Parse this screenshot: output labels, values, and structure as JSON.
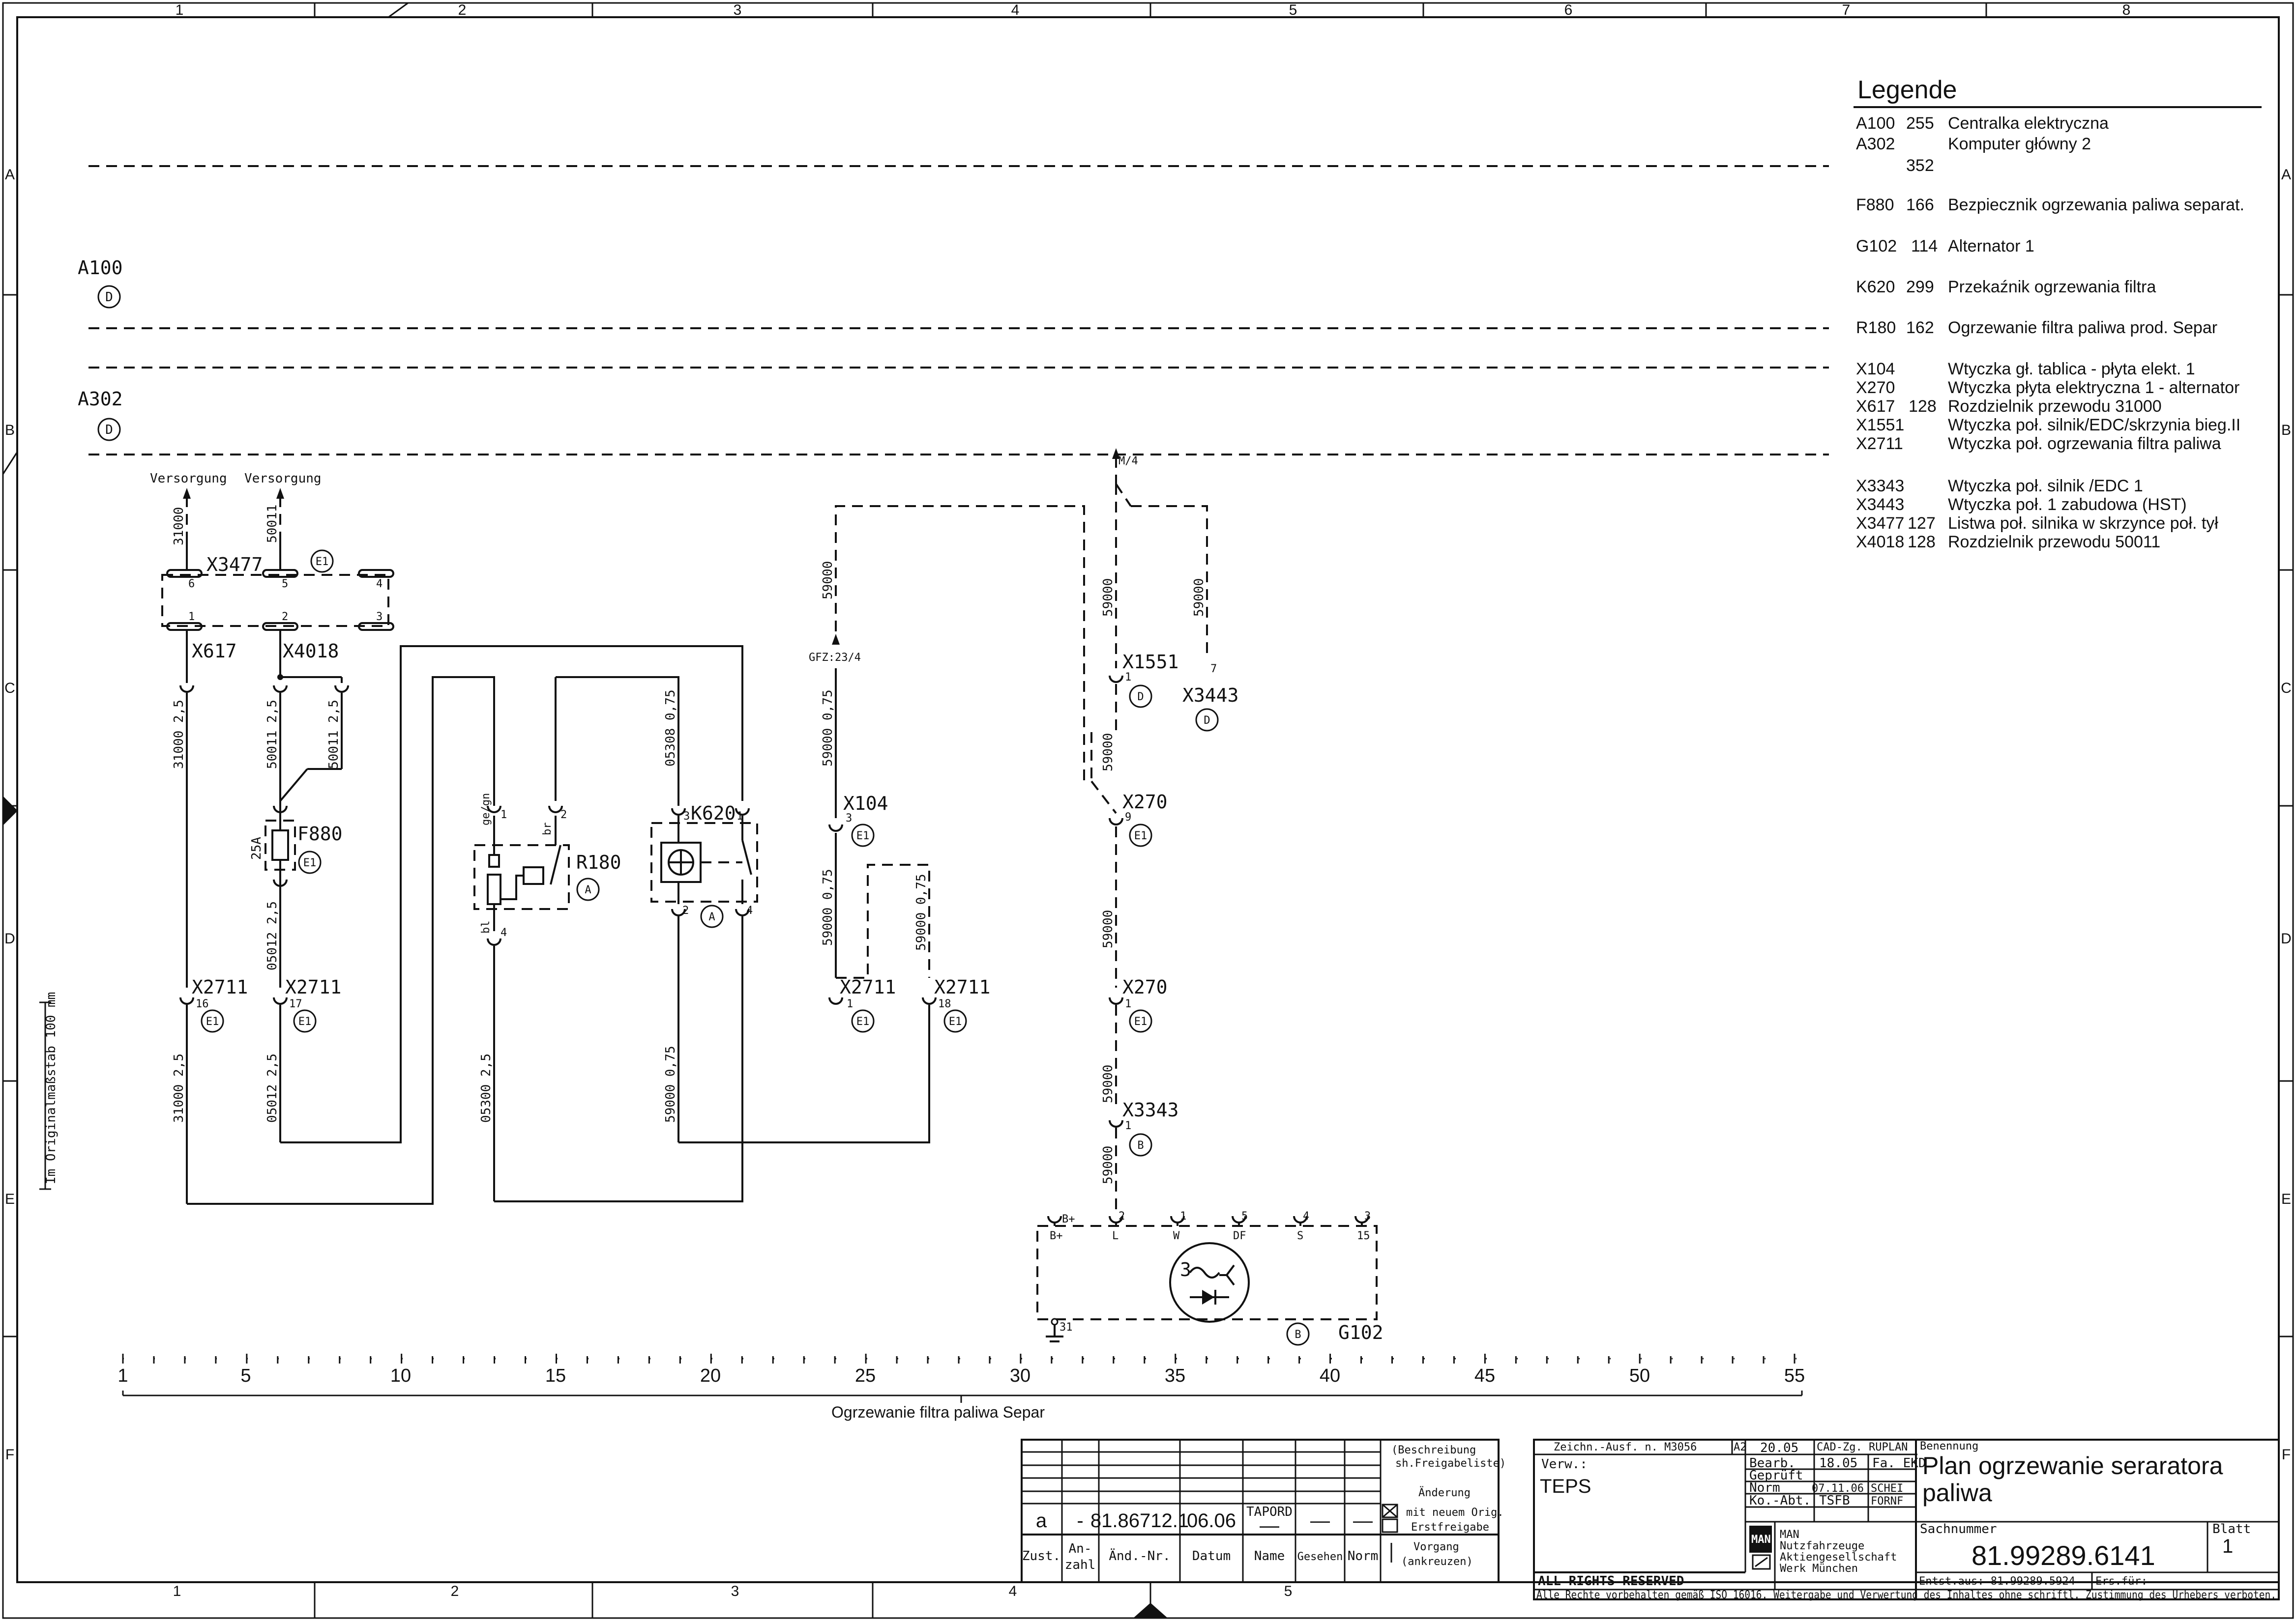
{
  "border": {
    "columns": [
      "1",
      "2",
      "3",
      "4",
      "5",
      "6",
      "7",
      "8"
    ],
    "rows": [
      "A",
      "B",
      "C",
      "D",
      "E",
      "F"
    ],
    "bottom_columns": [
      "1",
      "2",
      "3",
      "4",
      "5"
    ],
    "side_scale_text": "Im Originalmaßstab 100 mm"
  },
  "legend": {
    "title": "Legende",
    "items": [
      {
        "code": "A100",
        "num": "255",
        "desc": "Centralka elektryczna"
      },
      {
        "code": "A302",
        "num": "352",
        "desc": "Komputer główny 2"
      },
      {
        "code": "F880",
        "num": "166",
        "desc": "Bezpiecznik ogrzewania paliwa separat."
      },
      {
        "code": "G102",
        "num": "114",
        "desc": "Alternator 1"
      },
      {
        "code": "K620",
        "num": "299",
        "desc": "Przekaźnik ogrzewania filtra"
      },
      {
        "code": "R180",
        "num": "162",
        "desc": "Ogrzewanie filtra paliwa prod. Separ"
      },
      {
        "code": "X104",
        "num": "",
        "desc": "Wtyczka gł. tablica - płyta elekt. 1"
      },
      {
        "code": "X270",
        "num": "",
        "desc": "Wtyczka płyta elektryczna 1 - alternator"
      },
      {
        "code": "X617",
        "num": "128",
        "desc": "Rozdzielnik przewodu 31000"
      },
      {
        "code": "X1551",
        "num": "",
        "desc": "Wtyczka poł. silnik/EDC/skrzynia bieg.II"
      },
      {
        "code": "X2711",
        "num": "",
        "desc": "Wtyczka poł. ogrzewania filtra paliwa"
      },
      {
        "code": "X3343",
        "num": "",
        "desc": "Wtyczka poł. silnik /EDC 1"
      },
      {
        "code": "X3443",
        "num": "",
        "desc": "Wtyczka poł. 1 zabudowa (HST)"
      },
      {
        "code": "X3477",
        "num": "127",
        "desc": "Listwa poł. silnika w skrzynce poł. tył"
      },
      {
        "code": "X4018",
        "num": "128",
        "desc": "Rozdzielnik przewodu 50011"
      }
    ]
  },
  "schematic": {
    "module_a100": "A100",
    "module_a302": "A302",
    "circle_d": "D",
    "circle_e1": "E1",
    "circle_a": "A",
    "circle_b": "B",
    "versorgung": "Versorgung",
    "x3477": "X3477",
    "x617": "X617",
    "x4018": "X4018",
    "f880": "F880",
    "fuse_rating": "25A",
    "r180": "R180",
    "k620": "K620",
    "x104": "X104",
    "x2711": "X2711",
    "x1551": "X1551",
    "x3443": "X3443",
    "x270": "X270",
    "x3343": "X3343",
    "g102": "G102",
    "gfz": "GFZ:23/4",
    "m4": "M/4",
    "wire_31000": "31000",
    "wire_50011": "50011",
    "wire_31000_25": "31000  2,5",
    "wire_50011_25": "50011  2,5",
    "wire_05012_25": "05012  2,5",
    "wire_05300_25": "05300  2,5",
    "wire_05308_075": "05308  0,75",
    "wire_59000": "59000",
    "wire_59000_075": "59000  0,75",
    "pins": {
      "p1": "1",
      "p2": "2",
      "p3": "3",
      "p4": "4",
      "p5": "5",
      "p6": "6",
      "p7": "7",
      "p9": "9",
      "p15": "15",
      "p16": "16",
      "p17": "17",
      "p18": "18",
      "p31": "31"
    },
    "gen_terms": {
      "bplus": "B+",
      "l": "L",
      "w": "W",
      "df": "DF",
      "s": "S",
      "t15": "15"
    },
    "gn_ge": "ge/gn",
    "br": "br",
    "bl": "bl",
    "gen_three": "3"
  },
  "scale": {
    "ticks": [
      "1",
      "5",
      "10",
      "15",
      "20",
      "25",
      "30",
      "35",
      "40",
      "45",
      "50",
      "55"
    ],
    "caption": "Ogrzewanie filtra paliwa Separ"
  },
  "revision_table": {
    "beschreibung": "(Beschreibung",
    "freigabeliste": "sh.Freigabeliste)",
    "aenderung": "Änderung",
    "mit_neuem": "mit neuem Orig.",
    "erstfreigabe": "Erstfreigabe",
    "vorgang": "Vorgang",
    "ankreuzen": "(ankreuzen)",
    "row": {
      "zust": "a",
      "anzahl": "-",
      "aend_nr": "81.86712.1",
      "datum": "06.06",
      "name": "TAPORD",
      "dash1": "—",
      "dash2": "—",
      "dash3": "—"
    },
    "headers": {
      "zust": "Zust.",
      "an": "An-",
      "zahl": "zahl",
      "aend": "Änd.-Nr.",
      "datum": "Datum",
      "name": "Name",
      "gesehen": "Gesehen",
      "norm": "Norm"
    }
  },
  "title_block": {
    "zeichn": "Zeichn.-Ausf. n. M3056",
    "a2": "A2",
    "verw": "Verw.:",
    "teps": "TEPS",
    "d2005": "20.05",
    "cad": "CAD-Zg. RUPLAN",
    "bearb": "Bearb.",
    "bearb_date": "18.05",
    "bearb_name": "Fa. EKD",
    "gepr": "Geprüft",
    "norm": "Norm",
    "norm_date": "07.11.06",
    "norm_name": "SCHEI",
    "ko_abt": "Ko.-Abt.",
    "tsfb": "TSFB",
    "fornf": "FORNF",
    "benennung": "Benennung",
    "title_l1": "Plan ogrzewanie seraratora",
    "title_l2": "paliwa",
    "sachnummer": "Sachnummer",
    "sach_value": "81.99289.6141",
    "blatt": "Blatt",
    "blatt_value": "1",
    "entst": "Entst.aus: 81.99289.5924",
    "ers": "Ers.für:",
    "man_logo": "MAN",
    "man_l1": "MAN",
    "man_l2": "Nutzfahrzeuge",
    "man_l3": "Aktiengesellschaft",
    "man_l4": "Werk München",
    "rights": "ALL  RIGHTS  RESERVED",
    "copyright": "Alle Rechte vorbehalten gemäß ISO 16016. Weitergabe und Verwertung des Inhaltes ohne schriftl. Zustimmung des Urhebers verboten."
  }
}
